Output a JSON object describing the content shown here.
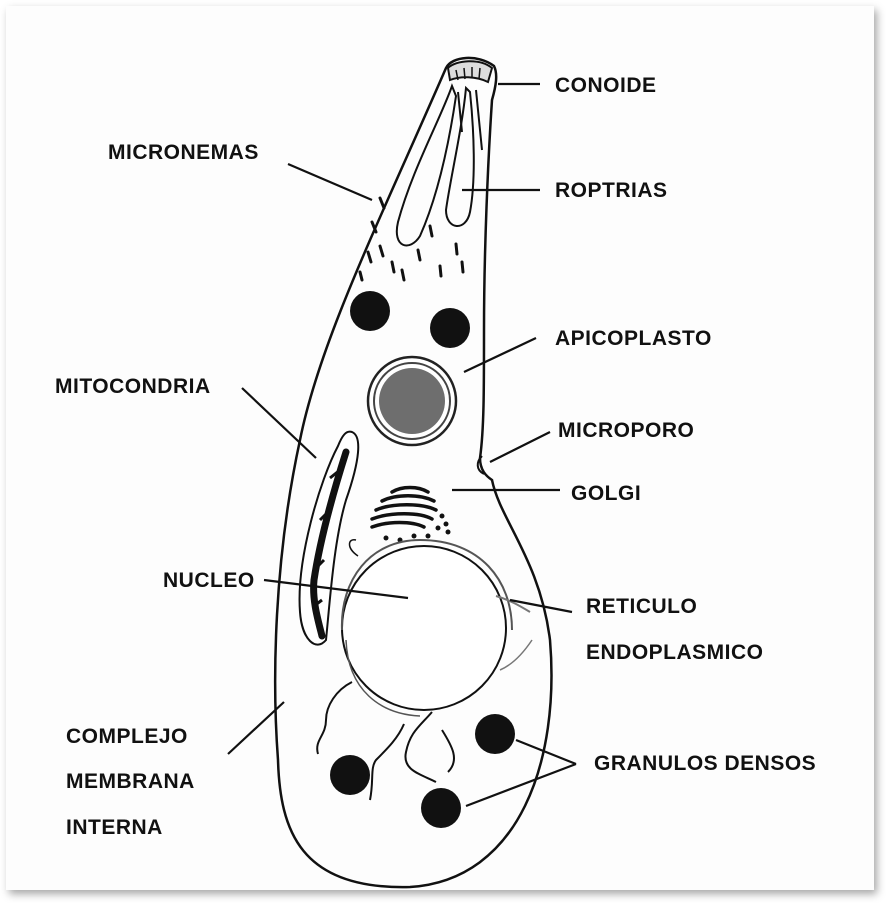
{
  "labels": {
    "conoide": "CONOIDE",
    "micronemas": "MICRONEMAS",
    "roptrias": "ROPTRIAS",
    "apicoplasto": "APICOPLASTO",
    "mitocondria": "MITOCONDRIA",
    "microporo": "MICROPORO",
    "golgi": "GOLGI",
    "nucleo": "NUCLEO",
    "reticulo_1": "RETICULO",
    "reticulo_2": "ENDOPLASMICO",
    "complejo_1": "COMPLEJO",
    "complejo_2": "MEMBRANA",
    "complejo_3": "INTERNA",
    "granulos": "GRANULOS DENSOS"
  }
}
